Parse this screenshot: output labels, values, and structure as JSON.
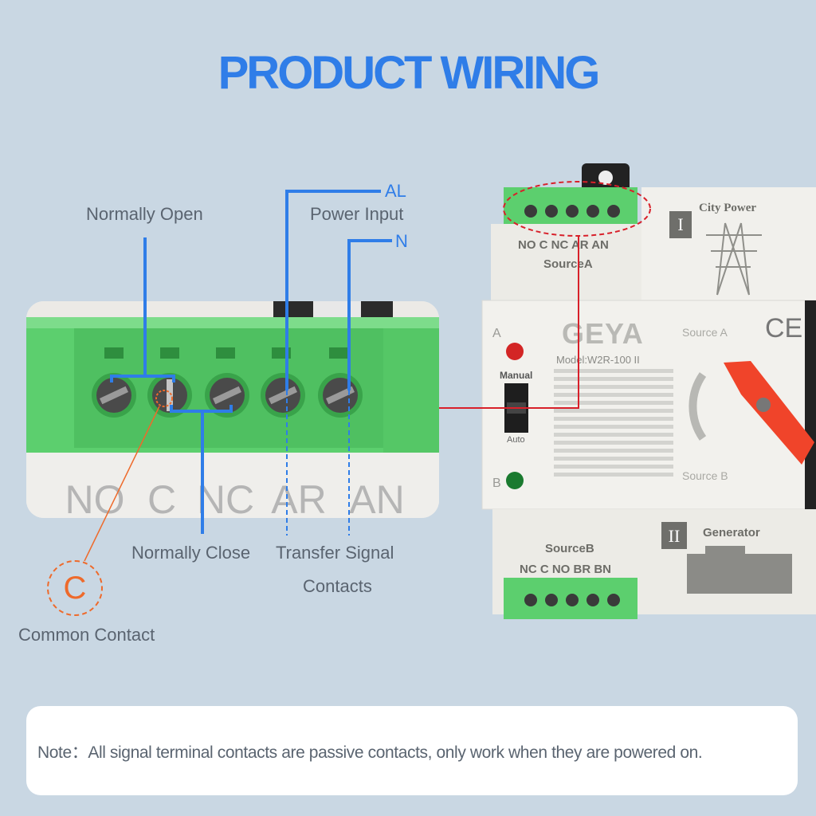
{
  "title": "PRODUCT WIRING",
  "labels": {
    "normally_open": "Normally Open",
    "power_input": "Power Input",
    "al": "AL",
    "n": "N",
    "normally_close": "Normally Close",
    "transfer_signal_1": "Transfer Signal",
    "transfer_signal_2": "Contacts",
    "common_letter": "C",
    "common_contact": "Common Contact"
  },
  "zoom_terminals": [
    "NO",
    "C",
    "NC",
    "AR",
    "AN"
  ],
  "device": {
    "top_terminal_labels": "NO C NC AR AN",
    "source_a": "SourceA",
    "city_power": "City Power",
    "roman_1": "I",
    "brand": "GEYA",
    "model": "Model:W2R-100 II",
    "manual": "Manual",
    "auto": "Auto",
    "source_a_dir": "Source A",
    "source_b_dir": "Source B",
    "indicator_a": "A",
    "indicator_b": "B",
    "ce": "CE",
    "roman_2": "II",
    "generator": "Generator",
    "source_b": "SourceB",
    "bottom_terminal_labels": "NC C NO BR BN"
  },
  "note": "Note：All signal terminal contacts are passive contacts, only work when they are powered on.",
  "colors": {
    "background": "#c9d7e3",
    "accent_blue": "#2f7de8",
    "orange": "#ee6a2b",
    "terminal_green": "#5ccf6e",
    "red_line": "#d8202a",
    "handle_red": "#f0442a"
  }
}
